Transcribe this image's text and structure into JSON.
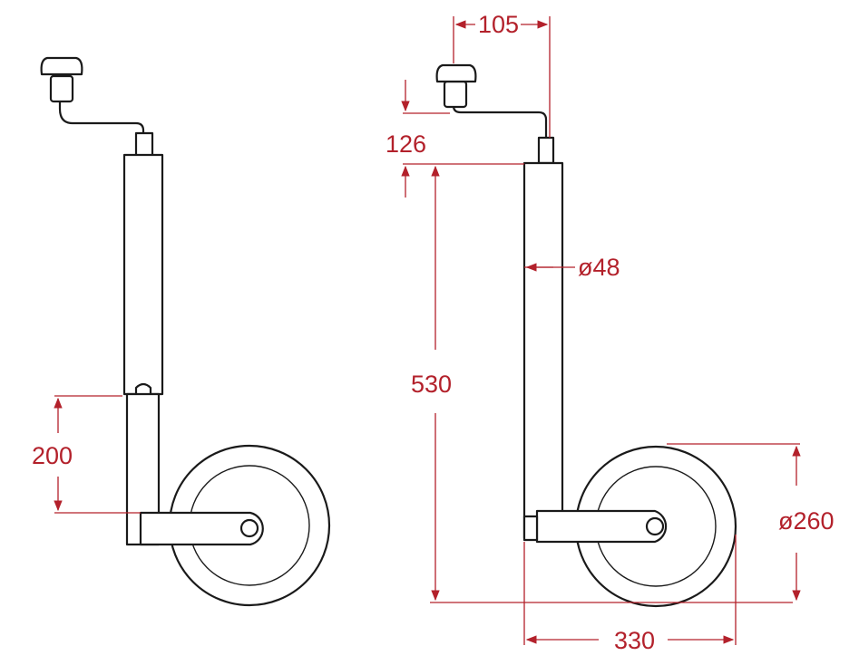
{
  "accent_color": "#b3212b",
  "line_color": "#1a1a1a",
  "dimensions": {
    "d105": "105",
    "d126": "126",
    "d48": "ø48",
    "d530": "530",
    "d200": "200",
    "d260": "ø260",
    "d330": "330"
  }
}
